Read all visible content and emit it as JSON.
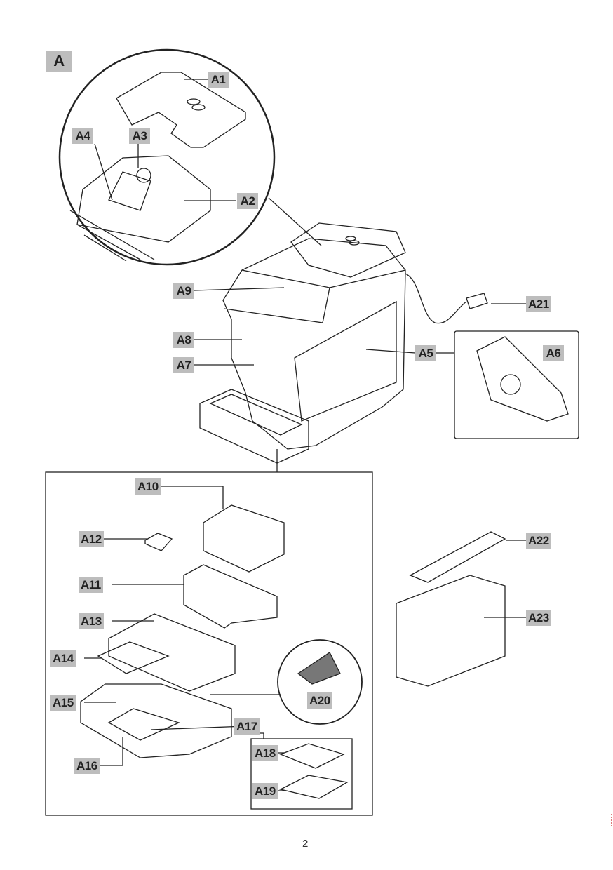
{
  "section_label": "A",
  "labels": {
    "A1": "A1",
    "A2": "A2",
    "A3": "A3",
    "A4": "A4",
    "A5": "A5",
    "A6": "A6",
    "A7": "A7",
    "A8": "A8",
    "A9": "A9",
    "A10": "A10",
    "A11": "A11",
    "A12": "A12",
    "A13": "A13",
    "A14": "A14",
    "A15": "A15",
    "A16": "A16",
    "A17": "A17",
    "A18": "A18",
    "A19": "A19",
    "A20": "A20",
    "A21": "A21",
    "A22": "A22",
    "A23": "A23"
  },
  "page_number": "2",
  "colors": {
    "label_bg": "#bdbdbd",
    "line": "#222222"
  }
}
